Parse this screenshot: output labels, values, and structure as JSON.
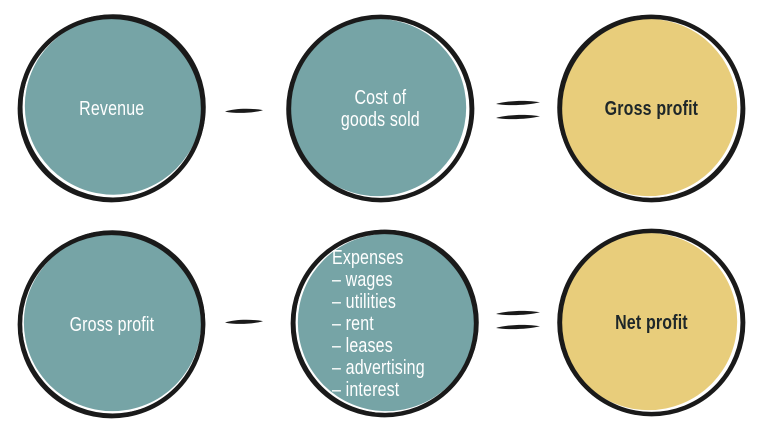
{
  "background_color": "#ffffff",
  "palette": {
    "teal_circle_fill": "#76a4a6",
    "yellow_circle_fill": "#e8cd7b",
    "outline": "#1a1a1a",
    "light_text": "#ffffff",
    "dark_text": "#1e2729"
  },
  "operators": {
    "minus": "–",
    "equals": "="
  },
  "formula_rows": [
    {
      "minuend": {
        "lines": [
          "Revenue"
        ],
        "fill": "teal"
      },
      "operator_1": "minus",
      "subtrahend": {
        "lines": [
          "Cost of",
          "goods sold"
        ],
        "fill": "teal"
      },
      "operator_2": "equals",
      "result": {
        "lines": [
          "Gross profit"
        ],
        "fill": "yellow"
      }
    },
    {
      "minuend": {
        "lines": [
          "Gross profit"
        ],
        "fill": "teal"
      },
      "operator_1": "minus",
      "subtrahend": {
        "lines": [
          "Expenses",
          "– wages",
          "– utilities",
          "– rent",
          "– leases",
          "– advertising",
          "– interest"
        ],
        "fill": "teal",
        "text_align": "left"
      },
      "operator_2": "equals",
      "result": {
        "lines": [
          "Net profit"
        ],
        "fill": "yellow"
      }
    }
  ]
}
